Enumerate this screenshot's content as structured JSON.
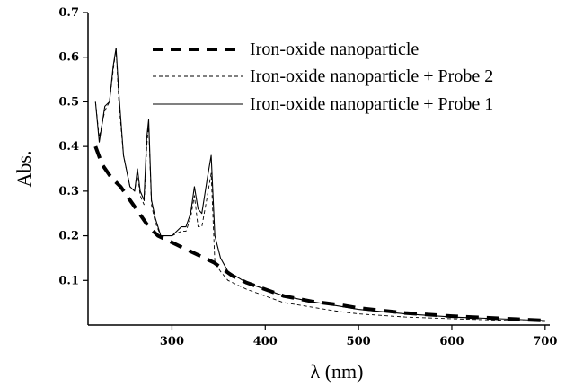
{
  "chart_data": {
    "type": "line",
    "title": "",
    "xlabel": "λ (nm)",
    "ylabel": "Abs.",
    "xlim": [
      210,
      705
    ],
    "ylim": [
      0,
      0.7
    ],
    "xticks": [
      300,
      400,
      500,
      600,
      700
    ],
    "yticks": [
      0.1,
      0.2,
      0.3,
      0.4,
      0.5,
      0.6,
      0.7
    ],
    "legend_position": "top-right",
    "grid": false,
    "series": [
      {
        "name": "Iron-oxide nanoparticle",
        "style": "thick-dash",
        "color": "#000000",
        "x": [
          218,
          225,
          235,
          245,
          255,
          265,
          275,
          285,
          295,
          305,
          315,
          325,
          335,
          345,
          355,
          365,
          380,
          400,
          420,
          450,
          480,
          500,
          550,
          600,
          650,
          700
        ],
        "y": [
          0.4,
          0.36,
          0.33,
          0.31,
          0.28,
          0.25,
          0.22,
          0.2,
          0.19,
          0.18,
          0.17,
          0.16,
          0.15,
          0.14,
          0.125,
          0.11,
          0.095,
          0.08,
          0.065,
          0.053,
          0.045,
          0.038,
          0.027,
          0.02,
          0.015,
          0.01
        ]
      },
      {
        "name": "Iron-oxide nanoparticle + Probe 2",
        "style": "thin-dash",
        "color": "#000000",
        "x": [
          218,
          222,
          228,
          233,
          237,
          240,
          243,
          248,
          255,
          260,
          263,
          266,
          270,
          273,
          275,
          278,
          282,
          288,
          300,
          310,
          315,
          320,
          324,
          328,
          332,
          338,
          342,
          346,
          352,
          360,
          380,
          400,
          420,
          450,
          480,
          500,
          550,
          600,
          650,
          700
        ],
        "y": [
          0.5,
          0.42,
          0.48,
          0.5,
          0.57,
          0.62,
          0.5,
          0.38,
          0.31,
          0.3,
          0.34,
          0.29,
          0.27,
          0.4,
          0.45,
          0.27,
          0.23,
          0.2,
          0.2,
          0.21,
          0.21,
          0.24,
          0.29,
          0.22,
          0.22,
          0.29,
          0.34,
          0.14,
          0.12,
          0.1,
          0.08,
          0.065,
          0.05,
          0.04,
          0.03,
          0.025,
          0.018,
          0.014,
          0.011,
          0.008
        ]
      },
      {
        "name": "Iron-oxide nanoparticle + Probe 1",
        "style": "solid",
        "color": "#000000",
        "x": [
          218,
          222,
          228,
          233,
          237,
          240,
          243,
          248,
          255,
          260,
          263,
          266,
          270,
          273,
          275,
          278,
          282,
          288,
          300,
          310,
          315,
          320,
          324,
          328,
          332,
          338,
          342,
          346,
          352,
          360,
          380,
          400,
          420,
          450,
          480,
          500,
          550,
          600,
          650,
          700
        ],
        "y": [
          0.5,
          0.41,
          0.49,
          0.5,
          0.58,
          0.62,
          0.52,
          0.38,
          0.31,
          0.3,
          0.35,
          0.3,
          0.28,
          0.42,
          0.46,
          0.28,
          0.24,
          0.2,
          0.2,
          0.22,
          0.22,
          0.25,
          0.31,
          0.26,
          0.25,
          0.33,
          0.38,
          0.2,
          0.15,
          0.12,
          0.095,
          0.08,
          0.065,
          0.052,
          0.042,
          0.035,
          0.025,
          0.018,
          0.014,
          0.01
        ]
      }
    ]
  }
}
